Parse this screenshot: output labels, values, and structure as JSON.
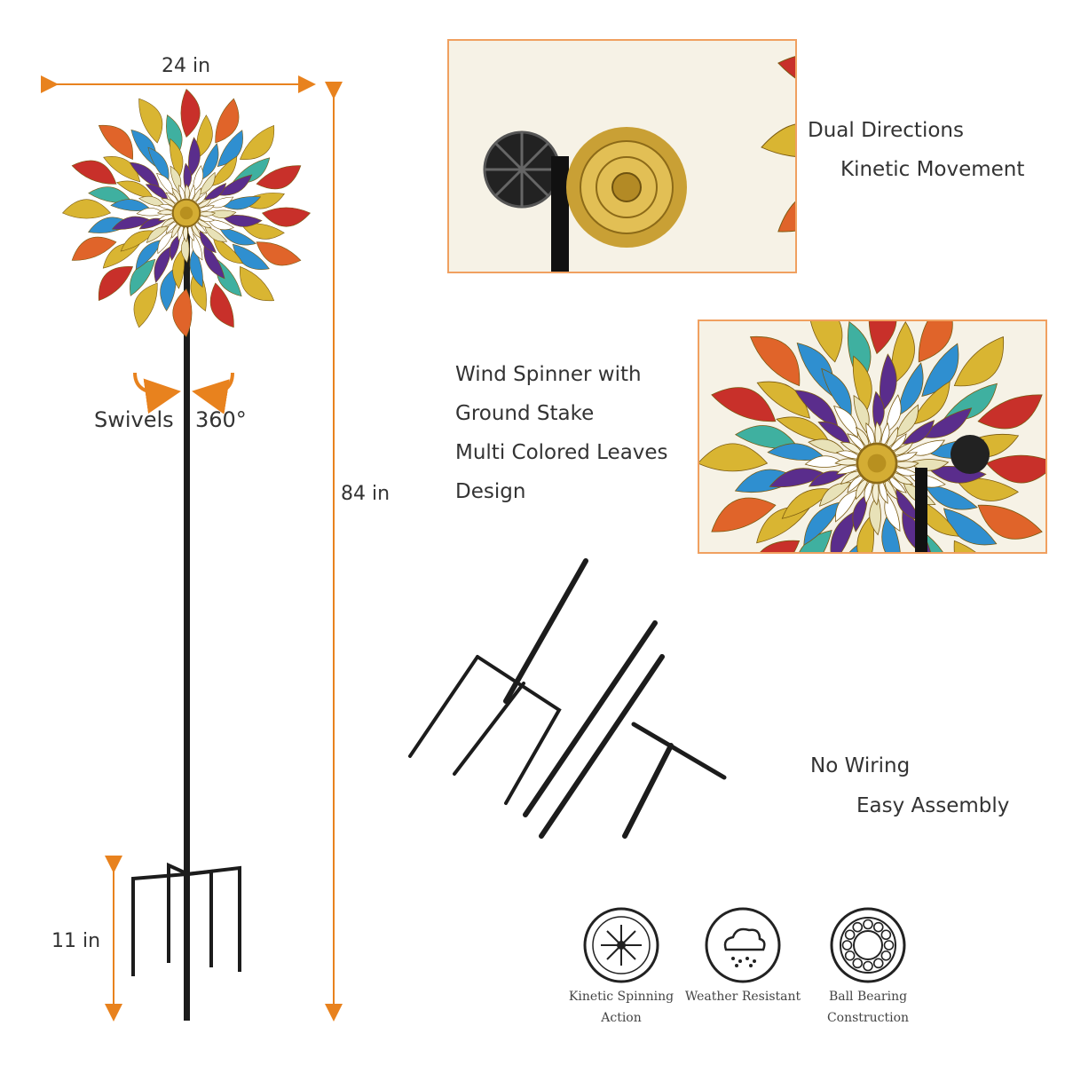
{
  "dimensions": {
    "width": "24 in",
    "height": "84 in",
    "stake": "11 in",
    "swivel_word": "Swivels",
    "swivel_degrees": "360°"
  },
  "features": {
    "dual_line1": "Dual Directions",
    "dual_line2": "Kinetic Movement",
    "spinner_line1": "Wind Spinner with",
    "spinner_line2": "Ground Stake",
    "spinner_line3": "Multi Colored Leaves",
    "spinner_line4": "Design",
    "assembly_line1": "No Wiring",
    "assembly_line2": "Easy Assembly"
  },
  "badges": [
    {
      "icon": "kinetic-spin-icon",
      "line1": "Kinetic Spinning",
      "line2": "Action"
    },
    {
      "icon": "weather-cloud-icon",
      "line1": "Weather Resistant",
      "line2": ""
    },
    {
      "icon": "ball-bearing-icon",
      "line1": "Ball Bearing",
      "line2": "Construction"
    }
  ],
  "colors": {
    "dimension_arrow": "#e8821e",
    "photo_border": "#f0a060",
    "petal_red": "#c8302a",
    "petal_blue": "#2f8fd0",
    "petal_purple": "#5a2d8c",
    "petal_gold": "#d9b532",
    "pole": "#1c1c1c"
  }
}
